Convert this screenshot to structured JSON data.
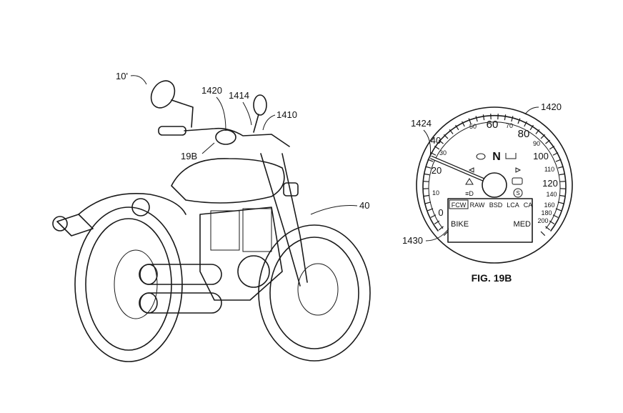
{
  "figure": {
    "caption": "FIG. 19B",
    "motorcycle_labels": {
      "vehicle": "10'",
      "gauge": "1420",
      "mirror": "1414",
      "handlebar_control": "1410",
      "figure_ref": "19B",
      "system": "40"
    },
    "gauge_labels": {
      "gauge": "1420",
      "needle": "1424",
      "display": "1430"
    },
    "speed_ticks": [
      "0",
      "10",
      "20",
      "30",
      "40",
      "50",
      "60",
      "70",
      "80",
      "90",
      "100",
      "110",
      "120",
      "140",
      "160",
      "180",
      "200"
    ],
    "indicator_N": "N",
    "display_modes": [
      "FCW",
      "RAW",
      "BSD",
      "LCA",
      "CA"
    ],
    "display_left": "BIKE",
    "display_right": "MED",
    "speed_value": 28
  }
}
